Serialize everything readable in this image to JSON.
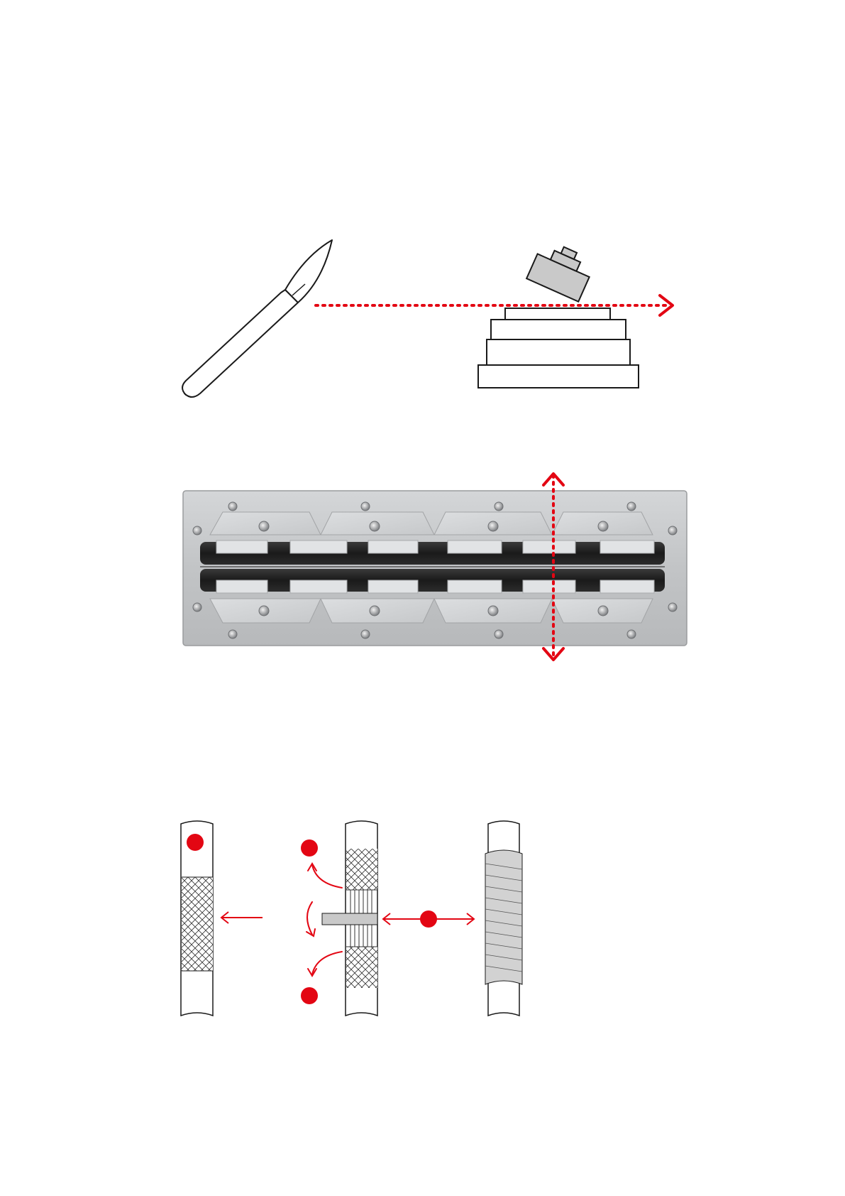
{
  "colors": {
    "accent": "#e30613",
    "line": "#1a1a1a",
    "paper": "#ffffff",
    "stamp_fill": "#c9c9c9",
    "plate": "#c4c6c8",
    "clamp": "#d3d5d7",
    "strip": "#e0e2e4",
    "band": "#222222",
    "wrap": "#d2d2d2"
  },
  "icons": [
    "knife-icon",
    "stamp-press-icon",
    "slide-arrow-icon",
    "vertical-double-arrow-icon",
    "red-dot-marker"
  ],
  "panels": [
    "knife-and-press",
    "clamp-plate-photo",
    "cable-steps"
  ],
  "cable_steps": [
    {
      "name": "braided-cable",
      "markers": 1
    },
    {
      "name": "cable-with-sleeve",
      "markers": 2
    },
    {
      "name": "taped-cable",
      "markers": 1
    }
  ]
}
